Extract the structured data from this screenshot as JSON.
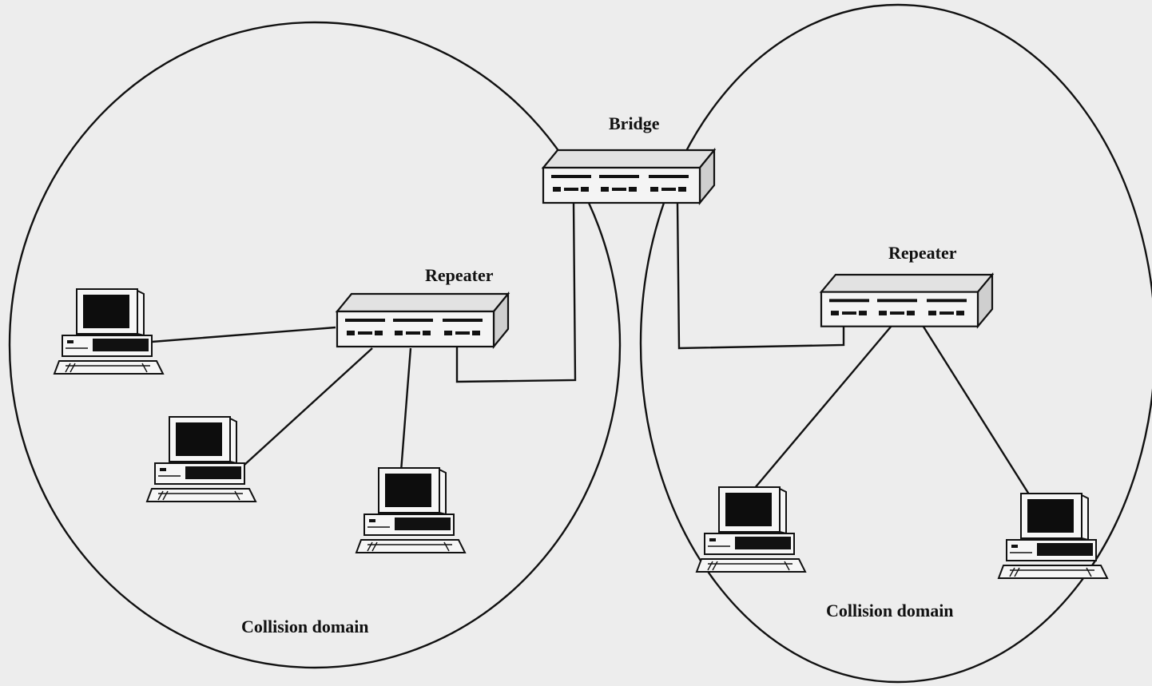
{
  "labels": {
    "bridge": "Bridge",
    "repeater_left": "Repeater",
    "repeater_right": "Repeater",
    "domain_left": "Collision domain",
    "domain_right": "Collision domain"
  }
}
